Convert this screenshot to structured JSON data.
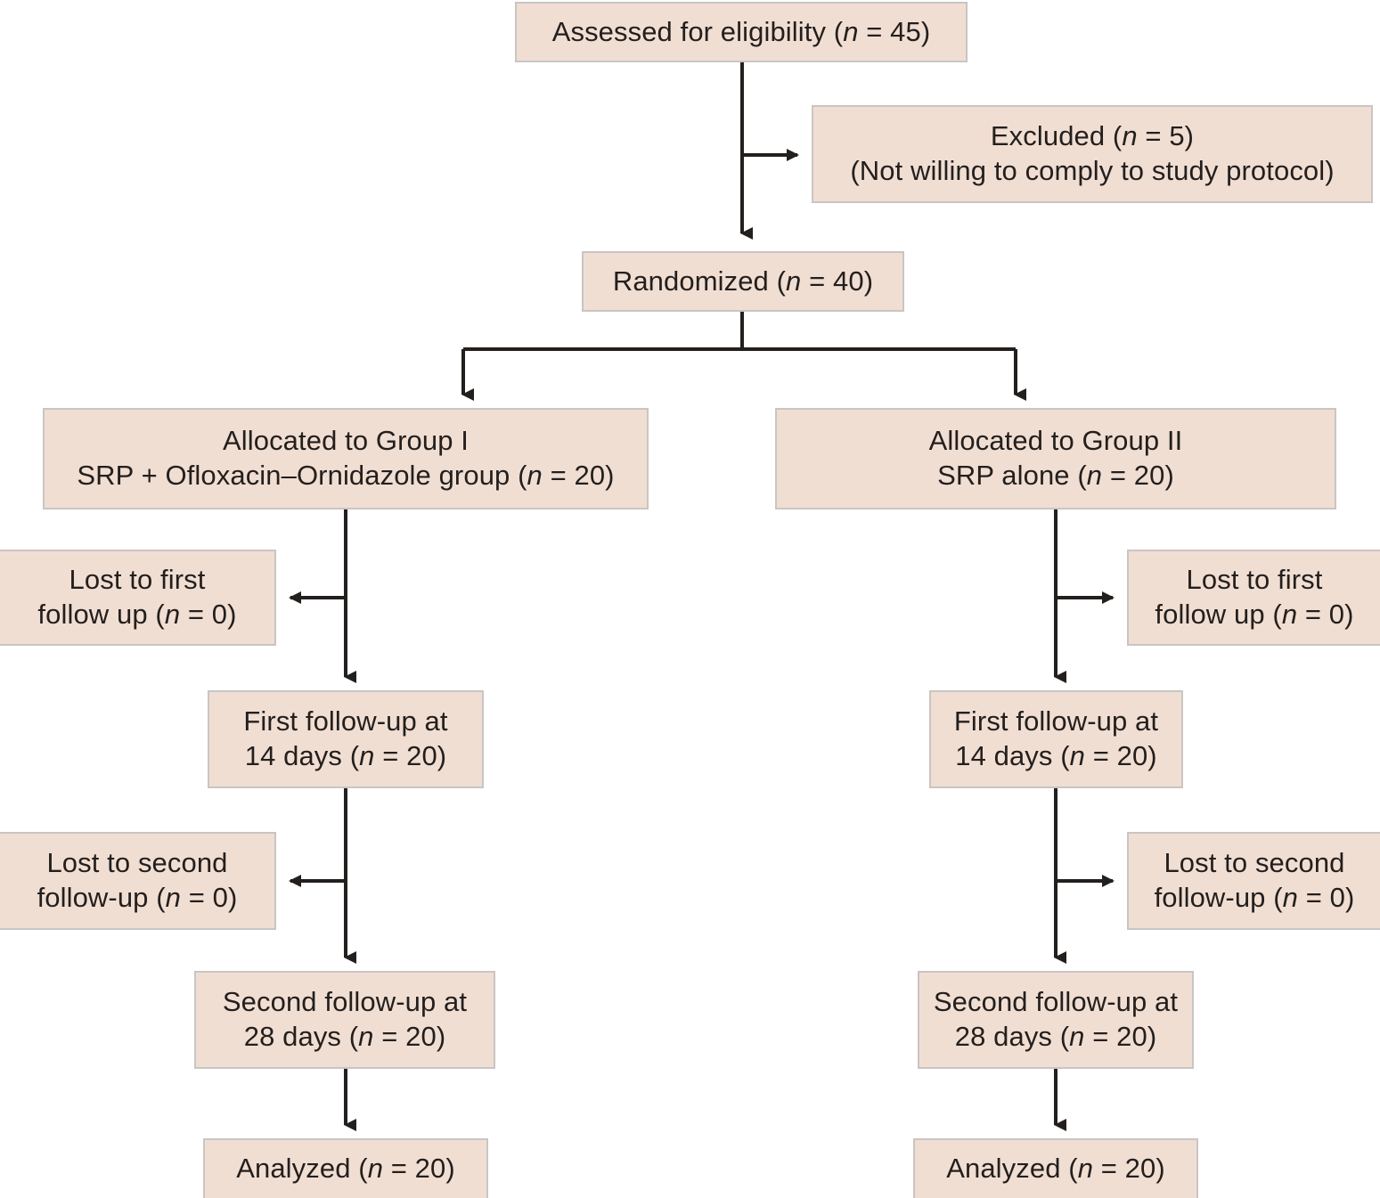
{
  "diagram": {
    "type": "consort-flow-diagram",
    "title": "CONSORT participant flow diagram",
    "colors": {
      "node_fill": "#f1ded3",
      "node_border": "#c9c5c3",
      "text": "#231f1d",
      "edge": "#231f1d",
      "background": "#ffffff"
    },
    "nodes": [
      {
        "id": "assessed",
        "name": "assessed-for-eligibility-box",
        "text": "Assessed for eligibility (n = 45)",
        "count": 45
      },
      {
        "id": "excluded",
        "name": "excluded-box",
        "text": "Excluded (n = 5)\n(Not willing to comply to study protocol)",
        "count": 5
      },
      {
        "id": "randomized",
        "name": "randomized-box",
        "text": "Randomized (n = 40)",
        "count": 40
      },
      {
        "id": "group1",
        "name": "allocated-group-i-box",
        "text": "Allocated to Group I\nSRP + Ofloxacin–Ornidazole group (n = 20)",
        "count": 20
      },
      {
        "id": "group2",
        "name": "allocated-group-ii-box",
        "text": "Allocated to Group II\nSRP alone (n = 20)",
        "count": 20
      },
      {
        "id": "lost1_left",
        "name": "lost-to-first-follow-up-group-i-box",
        "text": "Lost to first\nfollow up (n = 0)",
        "count": 0
      },
      {
        "id": "lost1_right",
        "name": "lost-to-first-follow-up-group-ii-box",
        "text": "Lost to first\nfollow up (n = 0)",
        "count": 0
      },
      {
        "id": "fu1_left",
        "name": "first-follow-up-group-i-box",
        "text": "First follow-up at\n14 days (n = 20)",
        "count": 20
      },
      {
        "id": "fu1_right",
        "name": "first-follow-up-group-ii-box",
        "text": "First follow-up at\n14 days (n = 20)",
        "count": 20
      },
      {
        "id": "lost2_left",
        "name": "lost-to-second-follow-up-group-i-box",
        "text": "Lost to second\nfollow-up (n = 0)",
        "count": 0
      },
      {
        "id": "lost2_right",
        "name": "lost-to-second-follow-up-group-ii-box",
        "text": "Lost to second\nfollow-up (n = 0)",
        "count": 0
      },
      {
        "id": "fu2_left",
        "name": "second-follow-up-group-i-box",
        "text": "Second follow-up at\n28 days (n = 20)",
        "count": 20
      },
      {
        "id": "fu2_right",
        "name": "second-follow-up-group-ii-box",
        "text": "Second follow-up at\n28 days (n = 20)",
        "count": 20
      },
      {
        "id": "analyzed_left",
        "name": "analyzed-group-i-box",
        "text": "Analyzed (n = 20)",
        "count": 20
      },
      {
        "id": "analyzed_right",
        "name": "analyzed-group-ii-box",
        "text": "Analyzed (n = 20)",
        "count": 20
      }
    ],
    "edges": [
      {
        "from": "assessed",
        "to": "excluded",
        "kind": "branch-right"
      },
      {
        "from": "assessed",
        "to": "randomized",
        "kind": "down"
      },
      {
        "from": "randomized",
        "to": "group1",
        "kind": "split-down-left"
      },
      {
        "from": "randomized",
        "to": "group2",
        "kind": "split-down-right"
      },
      {
        "from": "group1",
        "to": "lost1_left",
        "kind": "branch-left"
      },
      {
        "from": "group1",
        "to": "fu1_left",
        "kind": "down"
      },
      {
        "from": "group2",
        "to": "lost1_right",
        "kind": "branch-right"
      },
      {
        "from": "group2",
        "to": "fu1_right",
        "kind": "down"
      },
      {
        "from": "fu1_left",
        "to": "lost2_left",
        "kind": "branch-left"
      },
      {
        "from": "fu1_left",
        "to": "fu2_left",
        "kind": "down"
      },
      {
        "from": "fu1_right",
        "to": "lost2_right",
        "kind": "branch-right"
      },
      {
        "from": "fu1_right",
        "to": "fu2_right",
        "kind": "down"
      },
      {
        "from": "fu2_left",
        "to": "analyzed_left",
        "kind": "down"
      },
      {
        "from": "fu2_right",
        "to": "analyzed_right",
        "kind": "down"
      }
    ]
  }
}
